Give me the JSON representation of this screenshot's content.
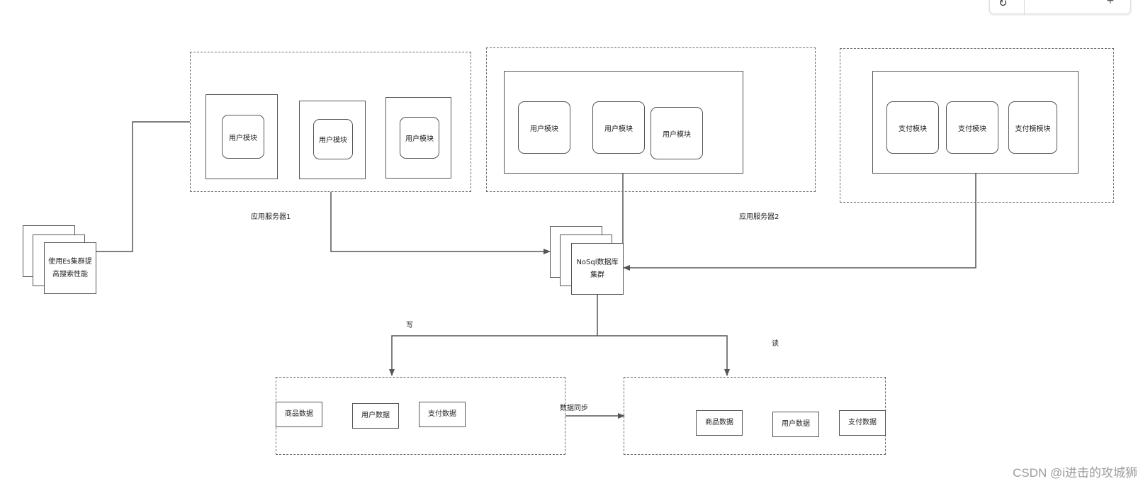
{
  "toolbar": {
    "refresh_icon": "refresh-icon",
    "zoom_text": "",
    "zoom_in_label": "+"
  },
  "cluster1": {
    "label": "应用服务器1",
    "modules": [
      "用户模块",
      "用户模块",
      "用户模块"
    ]
  },
  "cluster2": {
    "label": "应用服务器2",
    "modules": [
      "用户模块",
      "用户模块",
      "用户模块"
    ]
  },
  "cluster3": {
    "modules": [
      "支付模块",
      "支付模块",
      "支付模模块"
    ]
  },
  "es": {
    "line1": "使用Es集群提",
    "line2": "高搜索性能"
  },
  "nosql": {
    "line1": "NoSql数据库",
    "line2": "集群"
  },
  "edges": {
    "write": "写",
    "read": "读",
    "sync": "数据同步"
  },
  "write_db": {
    "items": [
      "商品数据",
      "用户数据",
      "支付数据"
    ]
  },
  "read_db": {
    "items": [
      "商品数据",
      "用户数据",
      "支付数据"
    ]
  },
  "watermark": "CSDN @i进击的攻城狮",
  "colors": {
    "line": "#555555",
    "dashed_border": "#6b6b6b"
  }
}
